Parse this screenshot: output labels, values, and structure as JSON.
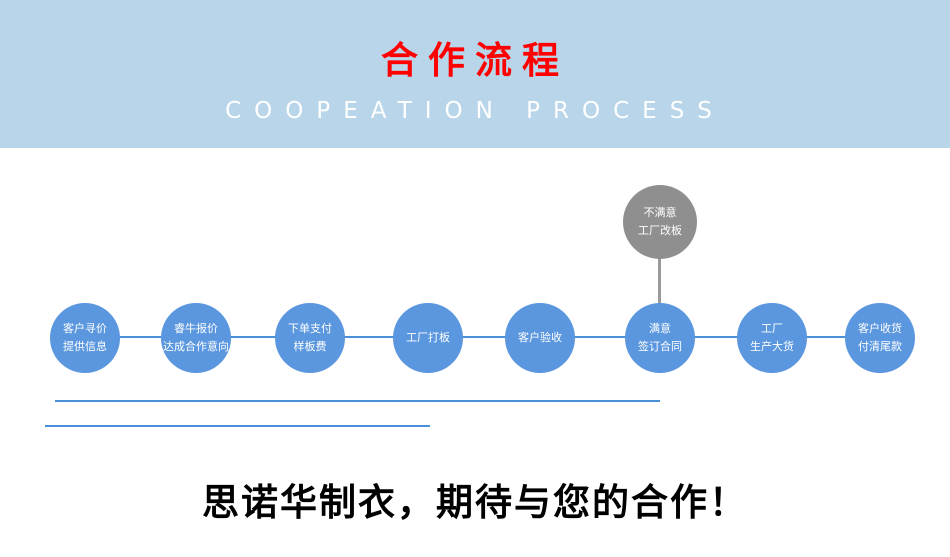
{
  "banner": {
    "title": "合作流程",
    "subtitle": "COOPEATION PROCESS",
    "bg_color": "#b9d5ea",
    "title_color": "#fe0000",
    "subtitle_color": "#ffffff"
  },
  "flow": {
    "circle_color": "#5b97de",
    "alt_circle_color": "#8f8f8f",
    "line_color": "#4a90d9",
    "steps": [
      {
        "line1": "客户寻价",
        "line2": "提供信息"
      },
      {
        "line1": "睿牛报价",
        "line2": "达成合作意向"
      },
      {
        "line1": "下单支付",
        "line2": "样板费"
      },
      {
        "line1": "工厂打板",
        "line2": ""
      },
      {
        "line1": "客户验收",
        "line2": ""
      },
      {
        "line1": "满意",
        "line2": "签订合同"
      },
      {
        "line1": "工厂",
        "line2": "生产大货"
      },
      {
        "line1": "客户收货",
        "line2": "付清尾款"
      }
    ],
    "alt_step": {
      "line1": "不满意",
      "line2": "工厂改板"
    }
  },
  "footer": {
    "text": "思诺华制衣，期待与您的合作！"
  }
}
